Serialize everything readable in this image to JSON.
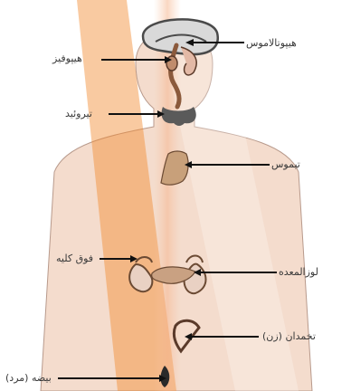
{
  "diagram": {
    "labels": {
      "hypothalamus": "هیپوتالاموس",
      "pituitary": "هیپوفیز",
      "thyroid": "تیروئید",
      "thymus": "تیموس",
      "adrenal": "فوق کلیه",
      "pancreas": "لوزالمعده",
      "ovary": "تخمدان (زن)",
      "testis": "بیضه (مرد)"
    },
    "colors": {
      "background": "#ffffff",
      "body_fill": "#f4dccd",
      "body_outline": "#b89a8c",
      "watermark_orange": "#f28a2f",
      "brain_gray": "#d9d9d9",
      "gland_brown": "#8b5a3c",
      "thyroid_gray": "#5a5a5a",
      "leader_line": "#111111",
      "label_text": "#3a3a3a"
    }
  }
}
